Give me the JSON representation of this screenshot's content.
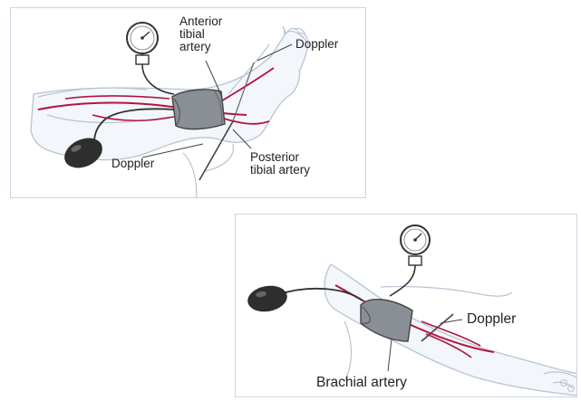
{
  "top_figure": {
    "labels": {
      "anterior_line1": "Anterior",
      "anterior_line2": "tibial",
      "anterior_line3": "artery",
      "doppler_right": "Doppler",
      "doppler_left": "Doppler",
      "posterior_line1": "Posterior",
      "posterior_line2": "tibial artery"
    }
  },
  "bottom_figure": {
    "labels": {
      "doppler": "Doppler",
      "brachial": "Brachial artery"
    }
  },
  "colors": {
    "artery": "#b3143f",
    "limb_outline": "#b9c4d2",
    "limb_fill": "#f3f6fa",
    "cuff": "#8a8f95",
    "bulb": "#2e2e2e",
    "panel_border": "#c9d6e6"
  },
  "icons": [
    "pressure-gauge-icon",
    "cuff-icon",
    "bulb-icon",
    "doppler-probe-icon"
  ]
}
